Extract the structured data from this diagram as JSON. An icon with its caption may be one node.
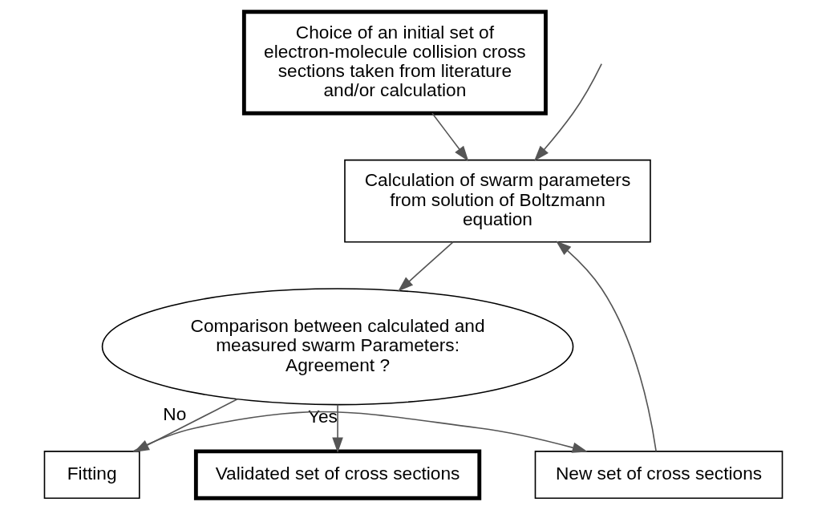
{
  "diagram": {
    "nodes": [
      {
        "text": [
          "Choice of an initial set of electron-molecule collision cross sections taken from literature and/or calculation"
        ]
      },
      {
        "text": [
          "Calculation of swarm parameters from solution of Boltzmann equation"
        ]
      },
      {
        "text": [
          "Comparison between calculated and measured swarm Parameters: Agreement ?"
        ]
      },
      {
        "text": [
          "New set of cross sections"
        ]
      },
      {
        "text": [
          "Fitting"
        ]
      },
      {
        "text": [
          "Validated set of cross sections"
        ]
      }
    ],
    "edges": [
      {
        "from": 0,
        "to": 1,
        "arrow": "to"
      },
      {
        "from": null,
        "to": 1,
        "arrow": "to"
      },
      {
        "from": 1,
        "to": 2,
        "arrow": "to"
      },
      {
        "from": 2,
        "to": 5,
        "arrow": "to",
        "label": "Yes"
      },
      {
        "from": 2,
        "to": 4,
        "arrow": "to",
        "label": "No"
      },
      {
        "from": 4,
        "to": 3,
        "arrow": "to"
      },
      {
        "from": 3,
        "to": 1,
        "arrow": "to"
      }
    ]
  }
}
